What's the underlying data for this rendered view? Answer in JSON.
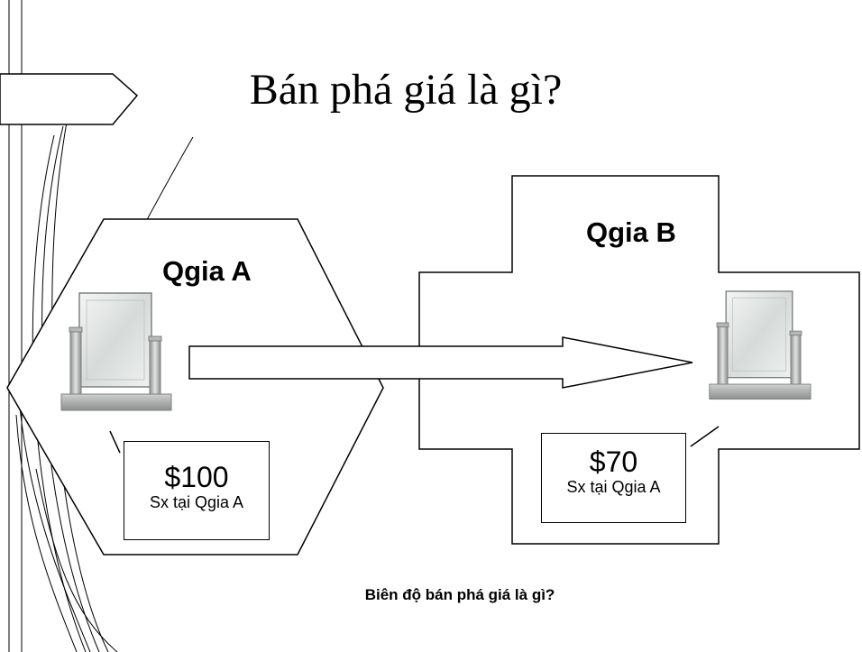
{
  "slide": {
    "title": "Bán phá giá là gì?",
    "country_a": {
      "label": "Qgia A",
      "price": "$100",
      "origin": "Sx tại Qgia A"
    },
    "country_b": {
      "label": "Qgia B",
      "price": "$70",
      "origin": "Sx tại Qgia A"
    },
    "question": "Biên độ bán phá giá là gì?"
  },
  "icons": {
    "product": "picture-frame-icon",
    "export": "right-arrow-icon"
  },
  "colors": {
    "background": "#ffffff",
    "stroke": "#000000",
    "frame_glass": "#dfe4e2",
    "frame_metal": "#a9aca9"
  }
}
